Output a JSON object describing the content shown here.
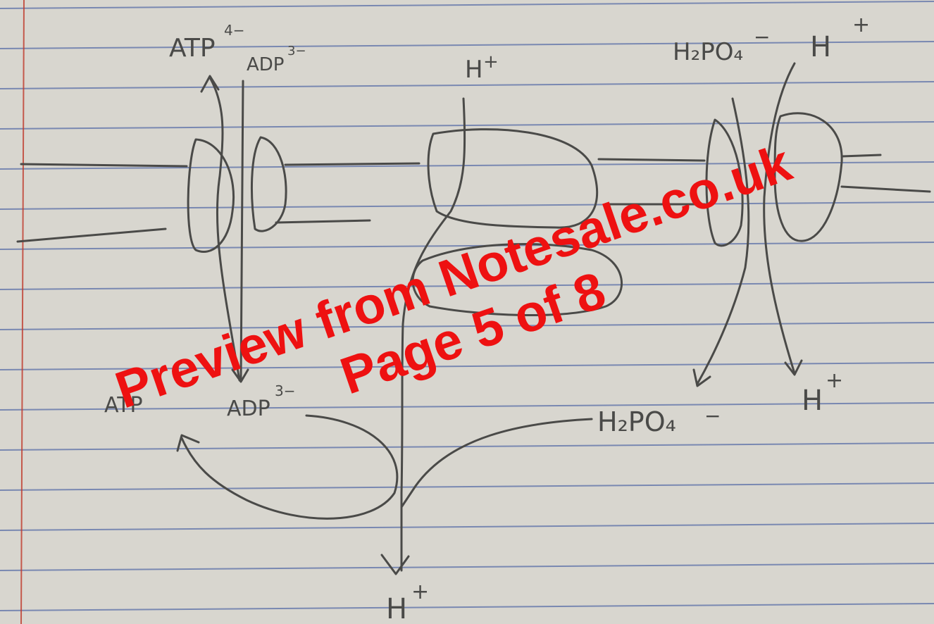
{
  "labels": {
    "atp_top": "ATP",
    "atp_top_charge": "4−",
    "adp_top": "ADP",
    "adp_top_charge": "3−",
    "h_center_top": "H",
    "h_center_top_charge": "+",
    "pi_top": "H₂PO₄",
    "pi_top_charge": "−",
    "h_right_top": "H",
    "h_right_top_charge": "+",
    "atp_bottom": "ATP",
    "adp_bottom": "ADP",
    "adp_bottom_charge": "3−",
    "pi_bottom": "H₂PO₄",
    "pi_bottom_charge": "−",
    "h_right_bottom": "H",
    "h_right_bottom_charge": "+",
    "h_bottom": "H",
    "h_bottom_charge": "+"
  },
  "watermark": {
    "line1": "Preview from Notesale.co.uk",
    "line2": "Page 5 of 8"
  },
  "colors": {
    "paper": "#d8d6cf",
    "rule": "#5a6fa8",
    "margin": "#c0392b",
    "pencil": "#4a4a48",
    "watermark": "#ee1111"
  }
}
